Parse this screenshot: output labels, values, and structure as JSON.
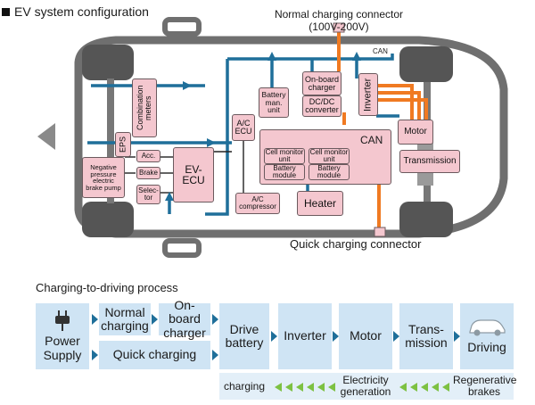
{
  "header": {
    "title": "EV system configuration"
  },
  "labels": {
    "normal_connector_line1": "Normal charging connector",
    "normal_connector_line2": "(100V-200V)",
    "can_top": "CAN",
    "can_mid": "CAN",
    "quick_connector": "Quick charging connector"
  },
  "components": {
    "combination_meters": "Combination meters",
    "eps": "EPS",
    "neg_pressure_pump": "Negative pressure electric brake pump",
    "acc": "Acc.",
    "brake": "Brake",
    "selector": "Selec-tor",
    "ev_ecu": "EV-ECU",
    "ac_ecu": "A/C ECU",
    "ac_compressor": "A/C compressor",
    "battery_man_unit": "Battery man. unit",
    "onboard_charger": "On-board charger",
    "dcdc_converter": "DC/DC converter",
    "inverter": "Inverter",
    "motor": "Motor",
    "transmission": "Transmission",
    "cell_monitor_1": "Cell monitor unit",
    "battery_module_1": "Battery module",
    "cell_monitor_2": "Cell monitor unit",
    "battery_module_2": "Battery module",
    "heater": "Heater"
  },
  "process": {
    "title": "Charging-to-driving process",
    "power_supply": "Power Supply",
    "normal_charging": "Normal charging",
    "onboard_charger": "On-board charger",
    "quick_charging": "Quick charging",
    "drive_battery": "Drive battery",
    "inverter": "Inverter",
    "motor": "Motor",
    "transmission": "Trans-mission",
    "driving": "Driving",
    "charging": "charging",
    "electricity_generation": "Electricity generation",
    "regenerative_brakes": "Regenerative brakes"
  },
  "colors": {
    "can_line": "#1f6f9a",
    "power_line": "#f07a22",
    "component_fill": "#f4c7cf",
    "flow_fill": "#cfe4f4",
    "regen_arrow": "#7dc142"
  },
  "icons": {
    "plug": "plug-icon",
    "car": "car-icon"
  }
}
